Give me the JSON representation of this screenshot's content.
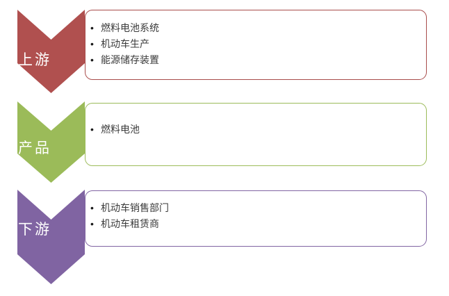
{
  "diagram": {
    "type": "supply-chain-chevron-list",
    "stages": [
      {
        "label": "上游",
        "color": "#B0504F",
        "border_color": "#A84B4A",
        "items": [
          "燃料电池系统",
          "机动车生产",
          "能源储存装置"
        ]
      },
      {
        "label": "产品",
        "color": "#9BBB59",
        "border_color": "#9BBB59",
        "items": [
          "燃料电池"
        ]
      },
      {
        "label": "下游",
        "color": "#8064A2",
        "border_color": "#8064A2",
        "items": [
          "机动车销售部门",
          "机动车租赁商"
        ]
      }
    ],
    "bullet_glyph": "•"
  }
}
